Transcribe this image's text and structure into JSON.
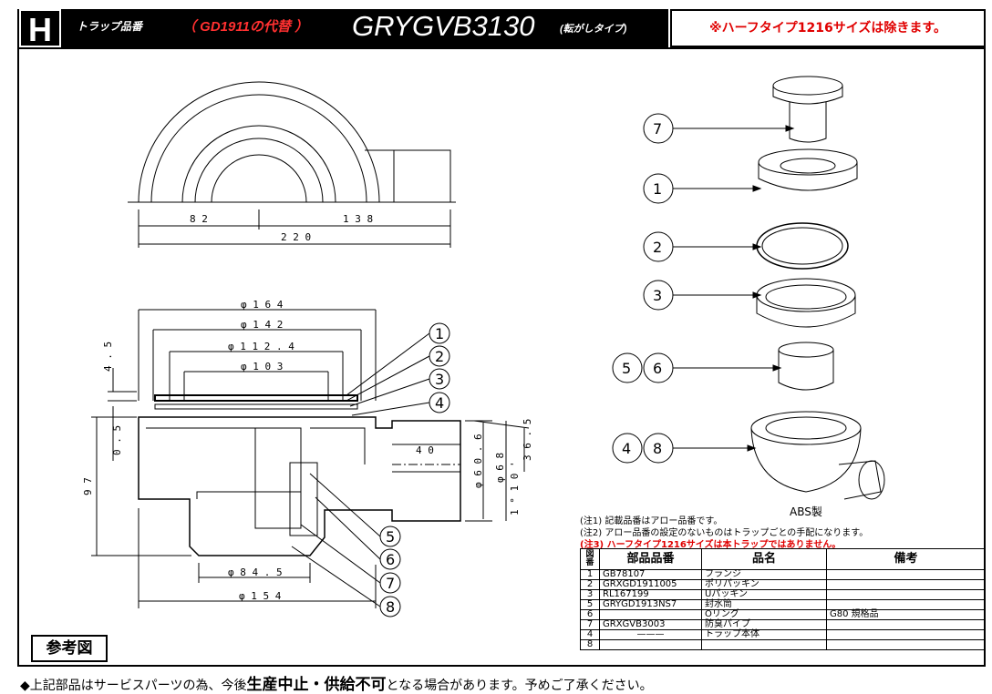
{
  "header": {
    "letter": "H",
    "label": "トラップ品番",
    "replace": "（ GD1911の代替 ）",
    "model": "GRYGVB3130",
    "type": "(転がしタイプ)"
  },
  "notice": "※ハーフタイプ1216サイズは除きます。",
  "dims_top": {
    "a": "8 2",
    "b": "1 3 8",
    "c": "2 2 0"
  },
  "dims_side": {
    "d164": "φ 1 6 4",
    "d142": "φ 1 4 2",
    "d112": "φ 1 1 2 . 4",
    "d103": "φ 1 0 3",
    "h45": "4 . 5",
    "h05": "0 . 5",
    "h97": "9 7",
    "w40": "4 0",
    "d606": "φ 6 0 . 6",
    "d68": "φ 6 8",
    "h365": "3 6 . 5",
    "slope": "1 ° 1 0 '",
    "d845": "φ 8 4 . 5",
    "d154": "φ 1 5 4"
  },
  "callouts_side": [
    "1",
    "2",
    "3",
    "4",
    "5",
    "6",
    "7",
    "8"
  ],
  "callouts_exploded": [
    "7",
    "1",
    "2",
    "3",
    "5",
    "6",
    "4",
    "8"
  ],
  "material": "ABS製",
  "notes": [
    "(注1) 記載品番はアロー品番です。",
    "(注2) アロー品番の設定のないものはトラップごとの手配になります。",
    "(注3) ハーフタイプ1216サイズは本トラップではありません。"
  ],
  "table": {
    "headers": {
      "no": "図番",
      "part": "部品品番",
      "name": "品名",
      "remark": "備考"
    },
    "rows": [
      {
        "no": "1",
        "part": "GB78107",
        "name": "フランジ",
        "remark": ""
      },
      {
        "no": "2",
        "part": "GRXGD1911005",
        "name": "ポリパッキン",
        "remark": ""
      },
      {
        "no": "3",
        "part": "RL167199",
        "name": "Uパッキン",
        "remark": ""
      },
      {
        "no": "5",
        "part": "GRYGD1913NS7",
        "name": "封水筒",
        "remark": ""
      },
      {
        "no": "6",
        "part": "",
        "name": "Oリング",
        "remark": "G80 規格品"
      },
      {
        "no": "7",
        "part": "GRXGVB3003",
        "name": "防臭パイプ",
        "remark": ""
      },
      {
        "no": "4",
        "part": "———",
        "name": "トラップ本体",
        "remark": ""
      },
      {
        "no": "8",
        "part": "",
        "name": "",
        "remark": ""
      }
    ]
  },
  "reference": "参考図",
  "footer": {
    "pre": "◆上記部品はサービスパーツの為、今後",
    "bold": "生産中止・供給不可",
    "post": "となる場合があります。予めご了承ください。"
  }
}
